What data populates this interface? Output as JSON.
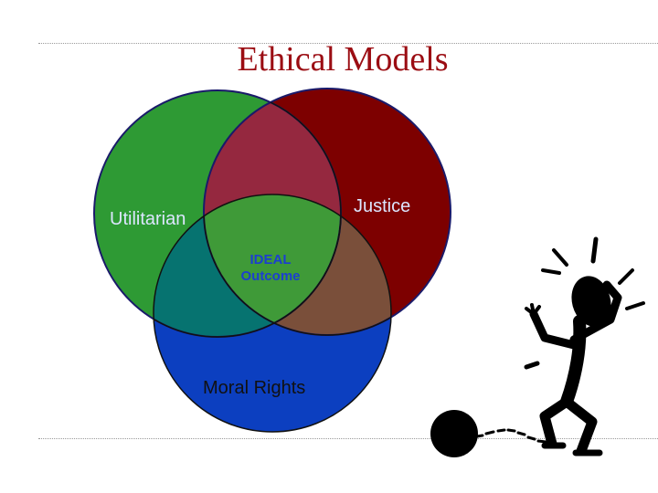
{
  "title": "Ethical Models",
  "labels": {
    "utilitarian": "Utilitarian",
    "justice": "Justice",
    "ideal_line1": "IDEAL",
    "ideal_line2": "Outcome",
    "moral_rights": "Moral Rights"
  },
  "colors": {
    "title": "#9b0d13",
    "utilitarian": "#2e9a34",
    "justice": "#7d0000",
    "moral_rights": "#0c3fc0",
    "overlap_util_justice": "#95283f",
    "overlap_util_rights": "#067370",
    "overlap_justice_rights": "#7a4f3a",
    "center": "#3f9a38",
    "label_blue": "#1c3fd0",
    "label_light": "#dce6ff"
  },
  "icons": {
    "figure": "chained-man-icon",
    "ball": "ball-and-chain-icon"
  }
}
